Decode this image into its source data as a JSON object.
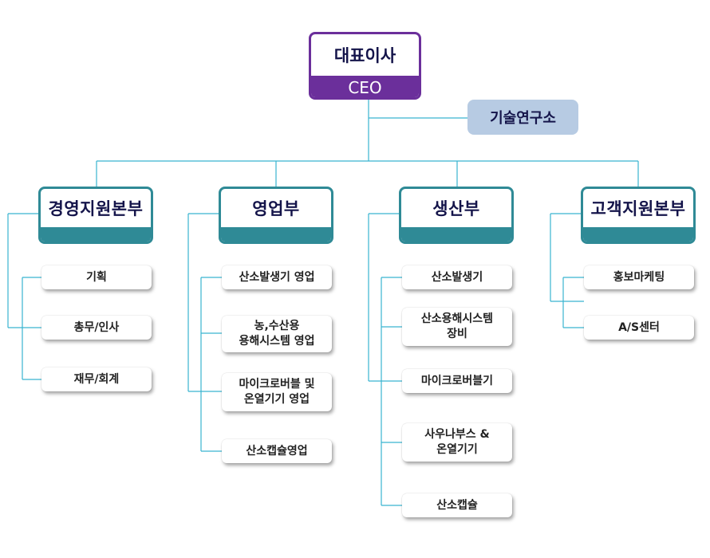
{
  "ceo": {
    "title": "대표이사",
    "subtitle": "CEO"
  },
  "rnd": {
    "label": "기술연구소"
  },
  "departments": [
    {
      "name": "경영지원본부",
      "units": [
        "기획",
        "총무/인사",
        "재무/회계"
      ]
    },
    {
      "name": "영업부",
      "units": [
        "산소발생기 영업",
        "농,수산용\n용해시스템 영업",
        "마이크로버블 및\n온열기기 영업",
        "산소캡슐영업"
      ]
    },
    {
      "name": "생산부",
      "units": [
        "산소발생기",
        "산소용해시스템\n장비",
        "마이크로버블기",
        "사우나부스 &\n온열기기",
        "산소캡슐"
      ]
    },
    {
      "name": "고객지원본부",
      "units": [
        "홍보마케팅",
        "A/S센터"
      ]
    }
  ],
  "colors": {
    "ceo": "#6b2f9b",
    "rnd": "#b7cbe3",
    "department": "#2f8a96",
    "connector": "#39b4d0"
  }
}
